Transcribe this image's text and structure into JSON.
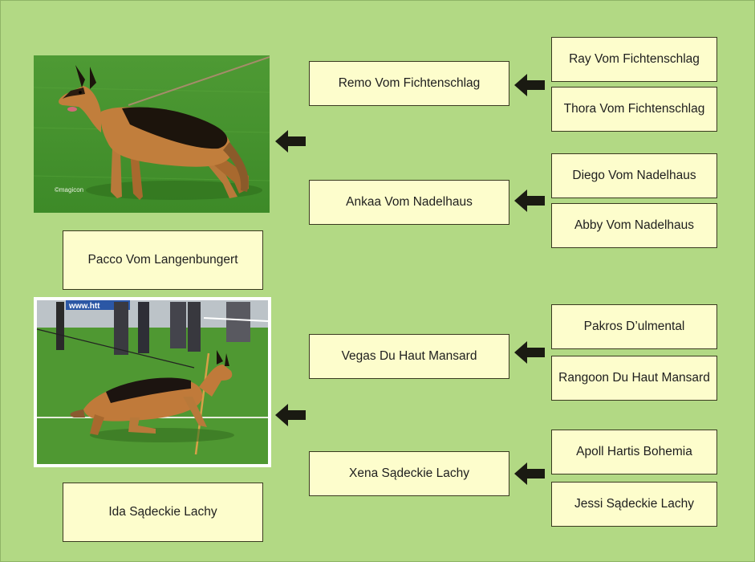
{
  "colors": {
    "background": "#b2d984",
    "box_fill": "#fdfdcc",
    "box_border": "#3a3a20",
    "arrow": "#1a1a12"
  },
  "sire": {
    "name": "Pacco Vom Langenbungert",
    "photo_credit": "©magicon",
    "parents": [
      {
        "name": "Remo Vom Fichtenschlag",
        "parents": [
          "Ray Vom Fichtenschlag",
          "Thora Vom Fichtenschlag"
        ]
      },
      {
        "name": "Ankaa Vom Nadelhaus",
        "parents": [
          "Diego Vom Nadelhaus",
          "Abby Vom Nadelhaus"
        ]
      }
    ]
  },
  "dam": {
    "name": "Ida Sądeckie Lachy",
    "photo_banner_text": "www.htt",
    "parents": [
      {
        "name": "Vegas Du Haut Mansard",
        "parents": [
          "Pakros D’ulmental",
          "Rangoon Du Haut Mansard"
        ]
      },
      {
        "name": "Xena Sądeckie Lachy",
        "parents": [
          "Apoll Hartis Bohemia",
          "Jessi Sądeckie Lachy"
        ]
      }
    ]
  }
}
